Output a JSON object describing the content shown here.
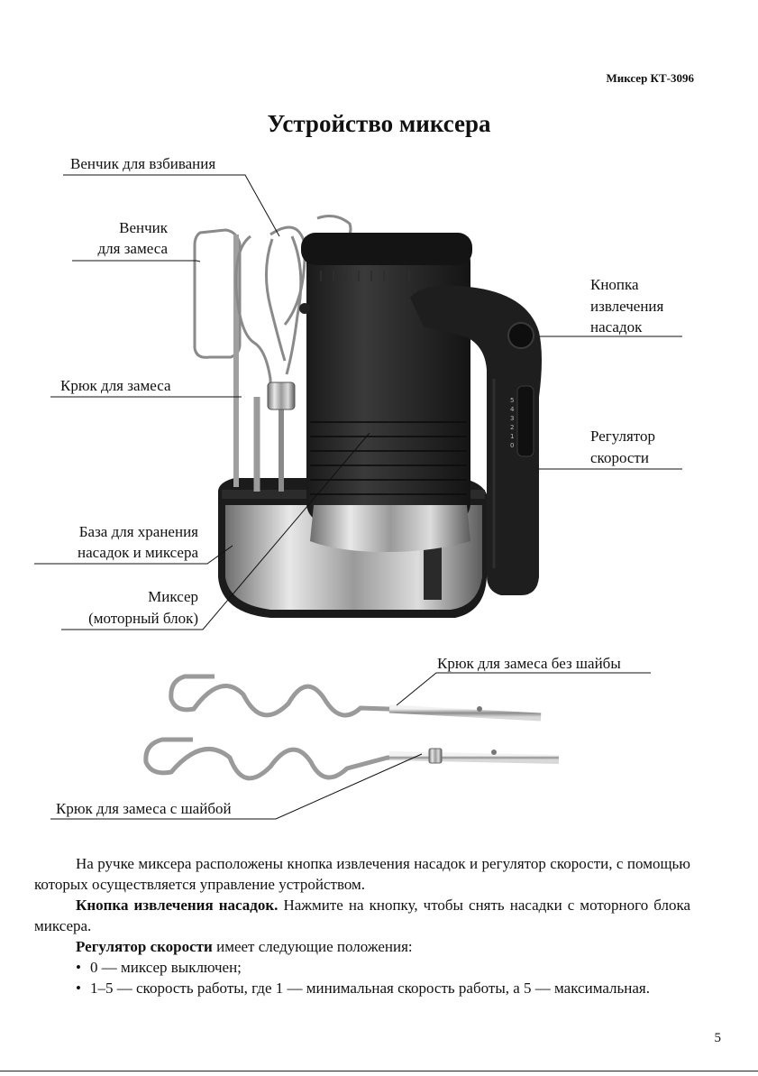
{
  "header": {
    "model": "Миксер КТ-3096"
  },
  "title": "Устройство миксера",
  "labels": {
    "whisk": "Венчик для взбивания",
    "knead_whisk_1": "Венчик",
    "knead_whisk_2": "для замеса",
    "eject_1": "Кнопка",
    "eject_2": "извлечения",
    "eject_3": "насадок",
    "hook": "Крюк для замеса",
    "speed_1": "Регулятор",
    "speed_2": "скорости",
    "base_1": "База для хранения",
    "base_2": "насадок и миксера",
    "motor_1": "Миксер",
    "motor_2": "(моторный блок)",
    "hook_no_washer": "Крюк для замеса без шайбы",
    "hook_washer": "Крюк для замеса с шайбой"
  },
  "speed_marks": [
    "5",
    "4",
    "3",
    "2",
    "1",
    "0"
  ],
  "text": {
    "p1": "На ручке миксера расположены кнопка извлечения насадок и регулятор скорости, с помощью которых осуществляется управление устройством.",
    "p2_bold": "Кнопка извлечения насадок.",
    "p2_rest": " Нажмите на кнопку, чтобы снять насадки с моторного блока миксера.",
    "p3_bold": "Регулятор скорости",
    "p3_rest": " имеет следующие положения:",
    "bullet1": "0 — миксер выключен;",
    "bullet2": "1–5 — скорость работы, где 1 — минимальная скорость работы, а 5 — максимальная.",
    "bullet_mark": "•"
  },
  "page_number": "5"
}
